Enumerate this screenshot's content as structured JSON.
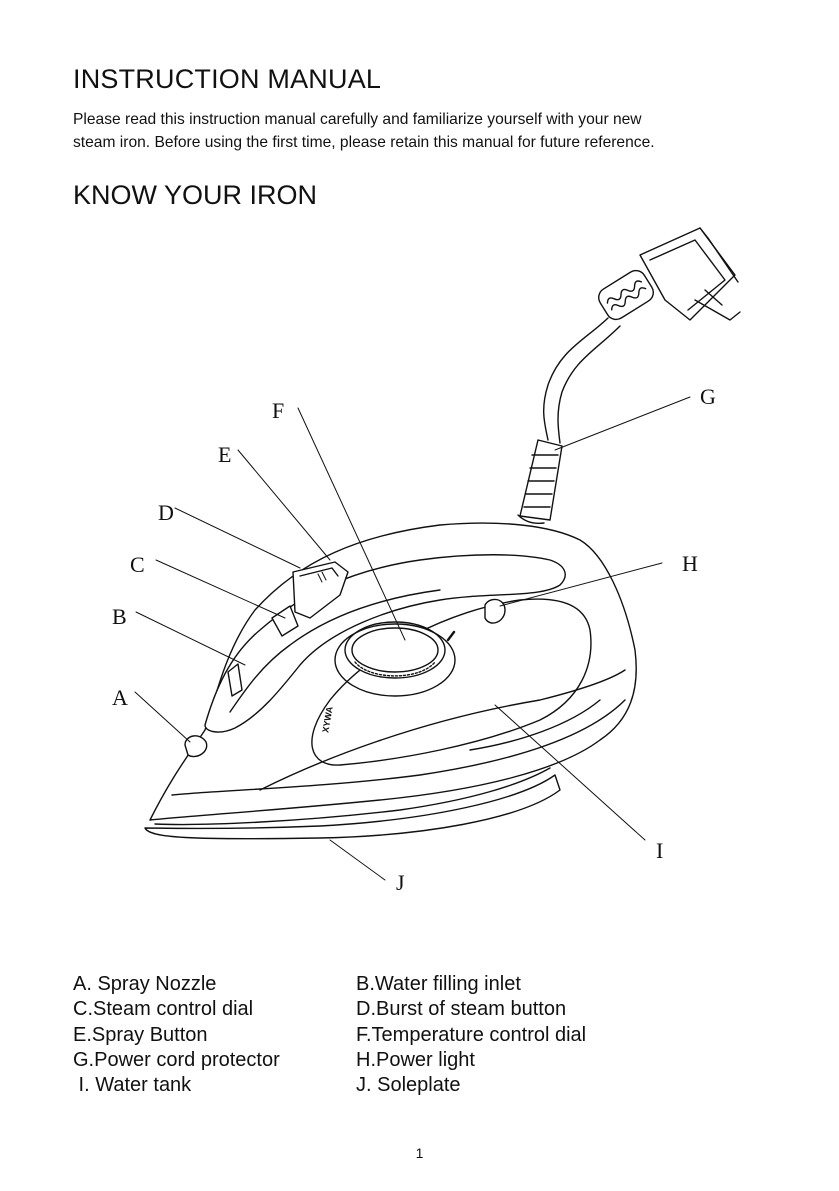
{
  "heading": "INSTRUCTION MANUAL",
  "intro_line1": "Please read this instruction manual carefully and familiarize yourself with your new",
  "intro_line2": "steam iron. Before using the first time, please retain this manual for future reference.",
  "section_title": "KNOW YOUR IRON",
  "callouts": {
    "A": "A",
    "B": "B",
    "C": "C",
    "D": "D",
    "E": "E",
    "F": "F",
    "G": "G",
    "H": "H",
    "I": "I",
    "J": "J"
  },
  "brand_mark": "XYWA",
  "legend": [
    {
      "left": "A. Spray Nozzle",
      "right": "B.Water filling inlet"
    },
    {
      "left": "C.Steam control dial",
      "right": "D.Burst of steam button"
    },
    {
      "left": "E.Spray Button",
      "right": "F.Temperature control dial"
    },
    {
      "left": "G.Power cord protector",
      "right": "H.Power light"
    },
    {
      "left": " I. Water tank",
      "right": "J. Soleplate"
    }
  ],
  "page_number": "1"
}
